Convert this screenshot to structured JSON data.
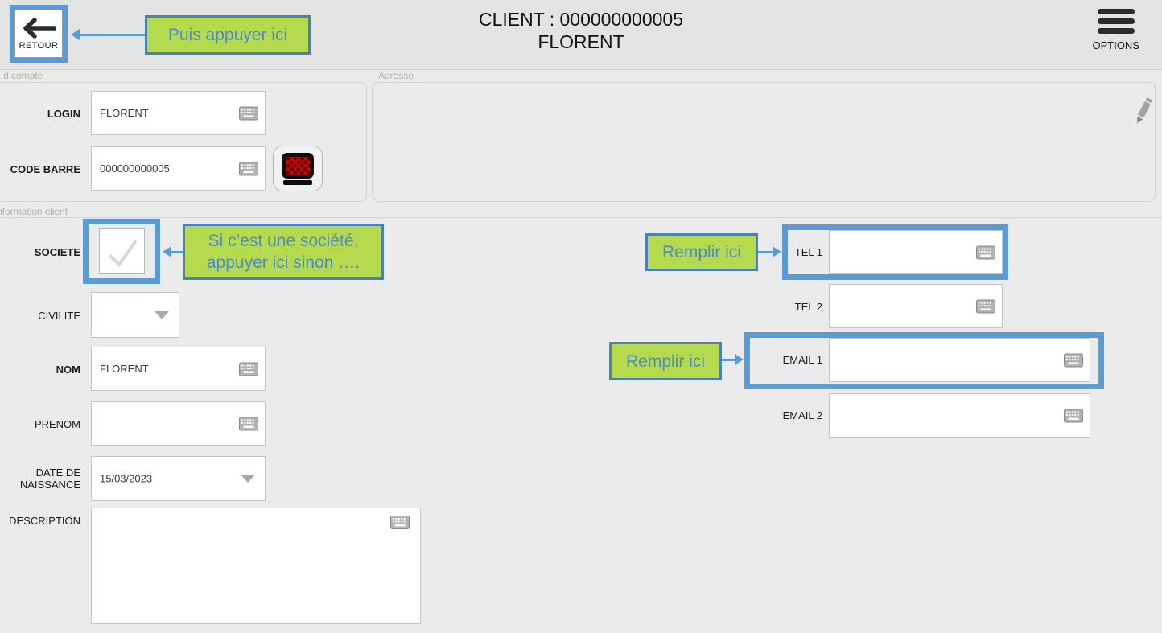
{
  "header": {
    "retour_label": "RETOUR",
    "title_line1": "CLIENT : 000000000005",
    "title_line2": "FLORENT",
    "options_label": "OPTIONS"
  },
  "annotations": {
    "retour_note": "Puis appuyer ici",
    "societe_note_line1": "Si c’est une société,",
    "societe_note_line2": "appuyer ici sinon ….",
    "tel_note": "Remplir ici",
    "email_note": "Remplir ici"
  },
  "account_section": {
    "legend": "d compte",
    "login": {
      "label": "LOGIN",
      "value": "FLORENT"
    },
    "code_barre": {
      "label": "CODE BARRE",
      "value": "000000000005"
    }
  },
  "address_section": {
    "legend": "Adresse",
    "value": ""
  },
  "client_section": {
    "legend": "nformation client",
    "societe": {
      "label": "SOCIETE"
    },
    "civilite": {
      "label": "CIVILITE",
      "value": ""
    },
    "nom": {
      "label": "NOM",
      "value": "FLORENT"
    },
    "prenom": {
      "label": "PRENOM",
      "value": ""
    },
    "date_naissance": {
      "label_line1": "DATE DE",
      "label_line2": "NAISSANCE",
      "value": "15/03/2023"
    },
    "description": {
      "label": "DESCRIPTION",
      "value": ""
    },
    "tel1": {
      "label": "TEL 1",
      "value": ""
    },
    "tel2": {
      "label": "TEL 2",
      "value": ""
    },
    "email1": {
      "label": "EMAIL 1",
      "value": ""
    },
    "email2": {
      "label": "EMAIL 2",
      "value": ""
    }
  },
  "colors": {
    "highlight_blue": "#5b9bd5",
    "annotation_green": "#b5da4d",
    "annotation_text_blue": "#4e8bc8",
    "page_background": "#ebebeb"
  }
}
